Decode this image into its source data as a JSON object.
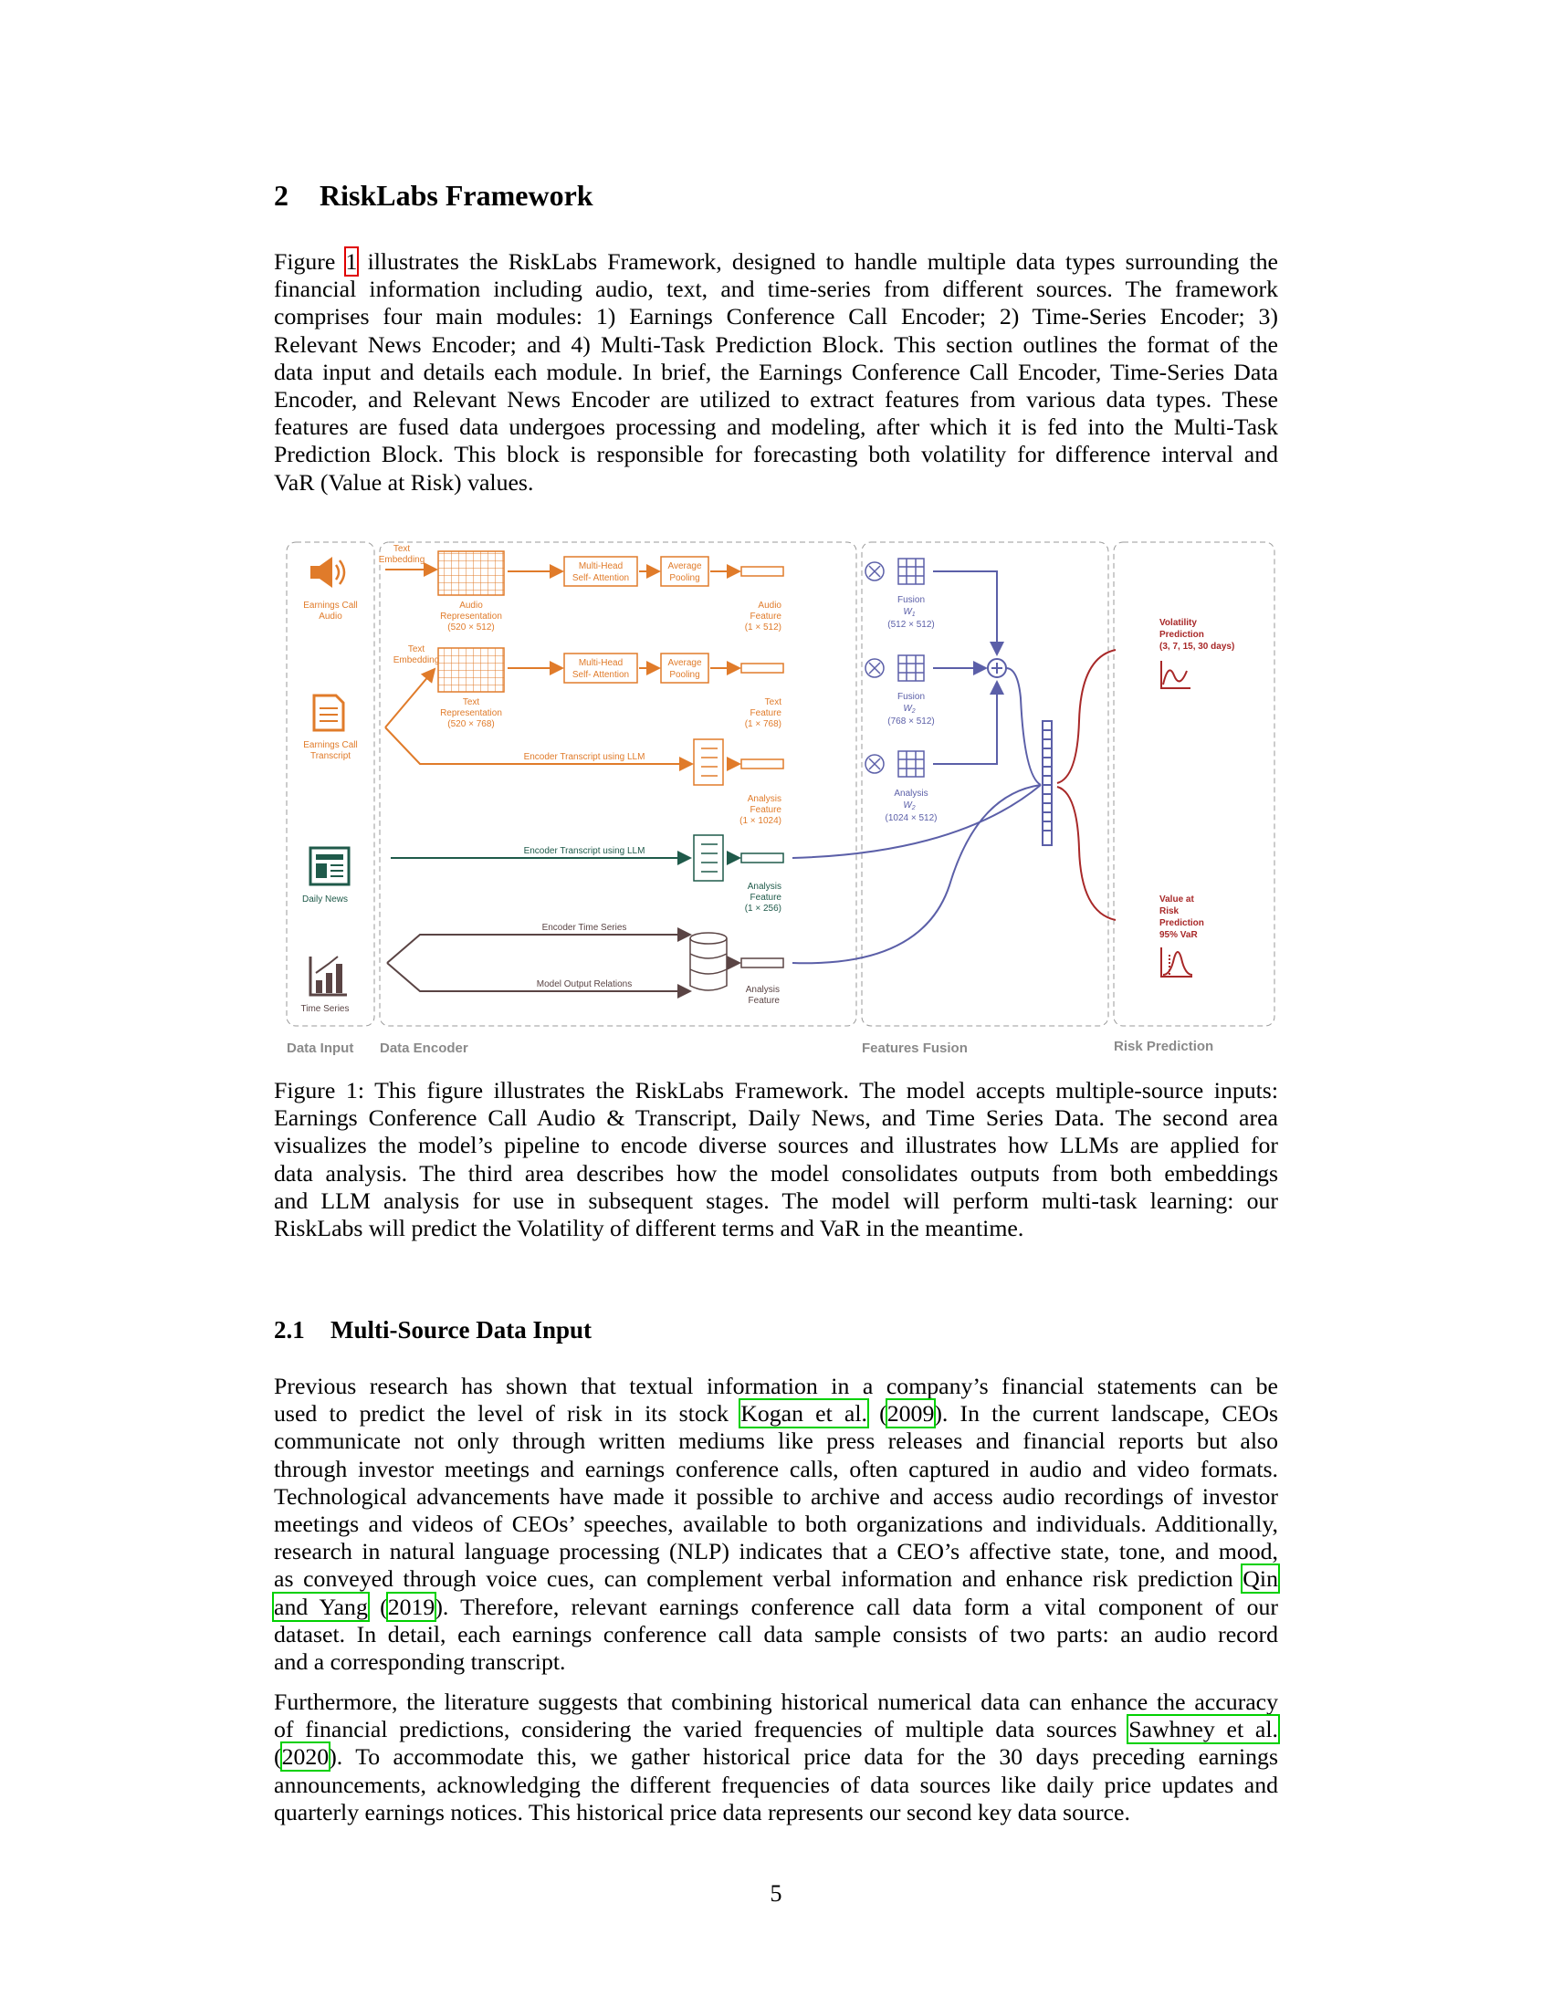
{
  "section": {
    "number": "2",
    "title": "RiskLabs Framework"
  },
  "intro": {
    "lines": [
      [
        "Figure ",
        "1",
        " illustrates the RiskLabs Framework, designed to handle multiple data types surrounding the"
      ],
      [
        "financial information including audio, text, and time-series from different sources. The framework"
      ],
      [
        "comprises four main modules: 1) Earnings Conference Call Encoder; 2) Time-Series Encoder; 3)"
      ],
      [
        "Relevant News Encoder; and 4) Multi-Task Prediction Block. This section outlines the format of the"
      ],
      [
        "data input and details each module. In brief, the Earnings Conference Call Encoder, Time-Series Data"
      ],
      [
        "Encoder, and Relevant News Encoder are utilized to extract features from various data types. These"
      ],
      [
        "features are fused data undergoes processing and modeling, after which it is fed into the Multi-Task"
      ],
      [
        "Prediction Block. This block is responsible for forecasting both volatility for difference interval and"
      ],
      [
        "VaR (Value at Risk) values."
      ]
    ]
  },
  "figure": {
    "panel_labels": {
      "input": "Data Input",
      "encoder": "Data Encoder",
      "fusion": "Features Fusion",
      "risk": "Risk Prediction"
    },
    "inputs": {
      "audio": "Earnings Call Audio",
      "transcript_1": "Earnings Call",
      "transcript_2": "Transcript",
      "news": "Daily News",
      "timeseries": "Time Series",
      "audio_1": "Earnings Call",
      "audio_2": "Audio"
    },
    "encoder": {
      "text_embedding_1a": "Text",
      "text_embedding_1b": "Embedding",
      "text_embedding_2a": "Text",
      "text_embedding_2b": "Embedding",
      "mha_1a": "Multi-Head",
      "mha_1b": "Self- Attention",
      "mha_2a": "Multi-Head",
      "mha_2b": "Self- Attention",
      "avgpool_1a": "Average",
      "avgpool_1b": "Pooling",
      "avgpool_2a": "Average",
      "avgpool_2b": "Pooling",
      "audio_rep_1": "Audio",
      "audio_rep_2": "Representation",
      "audio_rep_3": "(520 × 512)",
      "text_rep_1": "Text",
      "text_rep_2": "Representation",
      "text_rep_3": "(520 × 768)",
      "llm_1": "Encoder Transcript using LLM",
      "llm_2": "Encoder Transcript using LLM",
      "ts_enc": "Encoder Time Series",
      "model_output": "Model Output Relations",
      "audio_feat": [
        "Audio",
        "Feature",
        "(1 × 512)"
      ],
      "text_feat": [
        "Text",
        "Feature",
        "(1 × 768)"
      ],
      "analysis_feat_1": [
        "Analysis",
        "Feature",
        "(1 × 1024)"
      ],
      "analysis_feat_2": [
        "Analysis",
        "Feature",
        "(1 × 256)"
      ],
      "analysis_feat_3": [
        "Analysis",
        "Feature"
      ]
    },
    "fusion": {
      "w1": [
        "Fusion",
        "W",
        "1",
        "(512 × 512)"
      ],
      "w2": [
        "Fusion",
        "W",
        "2",
        "(768 × 512)"
      ],
      "w3": [
        "Analysis",
        "W",
        "2",
        "(1024 × 512)"
      ]
    },
    "risk": {
      "vol": [
        "Volatility",
        "Prediction",
        "(3, 7, 15, 30 days)"
      ],
      "var": [
        "Value at",
        "Risk",
        "Prediction",
        "95% VaR"
      ]
    },
    "colors": {
      "orange": "#e07b2a",
      "green": "#1f5a4a",
      "purple": "#5b5fa8",
      "red": "#a82828",
      "brown": "#5a4444"
    }
  },
  "caption": {
    "lines": [
      [
        "Figure 1: This figure illustrates the RiskLabs Framework. The model accepts multiple-source inputs:"
      ],
      [
        "Earnings Conference Call Audio & Transcript, Daily News, and Time Series Data. The second area"
      ],
      [
        "visualizes the model’s pipeline to encode diverse sources and illustrates how LLMs are applied for"
      ],
      [
        "data analysis. The third area describes how the model consolidates outputs from both embeddings"
      ],
      [
        "and LLM analysis for use in subsequent stages. The model will perform multi-task learning: our"
      ],
      [
        "RiskLabs will predict the Volatility of different terms and VaR in the meantime."
      ]
    ]
  },
  "subsection": {
    "number": "2.1",
    "title": "Multi-Source Data Input"
  },
  "para1": {
    "lines": [
      [
        "Previous research has shown that textual information in a company’s financial statements can be"
      ],
      [
        "used to predict the level of risk in its stock ",
        "Kogan et al.",
        " (",
        "2009",
        "). In the current landscape, CEOs"
      ],
      [
        "communicate not only through written mediums like press releases and financial reports but also"
      ],
      [
        "through investor meetings and earnings conference calls, often captured in audio and video formats."
      ],
      [
        "Technological advancements have made it possible to archive and access audio recordings of investor"
      ],
      [
        "meetings and videos of CEOs’ speeches, available to both organizations and individuals. Additionally,"
      ],
      [
        "research in natural language processing (NLP) indicates that a CEO’s affective state, tone, and mood,"
      ],
      [
        "as conveyed through voice cues, can complement verbal information and enhance risk prediction ",
        "Qin"
      ],
      [
        "and Yang",
        " (",
        "2019",
        "). Therefore, relevant earnings conference call data form a vital component of our"
      ],
      [
        "dataset. In detail, each earnings conference call data sample consists of two parts: an audio record"
      ],
      [
        "and a corresponding transcript."
      ]
    ]
  },
  "para2": {
    "lines": [
      [
        "Furthermore, the literature suggests that combining historical numerical data can enhance the accuracy"
      ],
      [
        "of financial predictions, considering the varied frequencies of multiple data sources ",
        "Sawhney et al."
      ],
      [
        "(",
        "2020",
        "). To accommodate this, we gather historical price data for the 30 days preceding earnings"
      ],
      [
        "announcements, acknowledging the different frequencies of data sources like daily price updates and"
      ],
      [
        "quarterly earnings notices. This historical price data represents our second key data source."
      ]
    ]
  },
  "page_number": "5"
}
